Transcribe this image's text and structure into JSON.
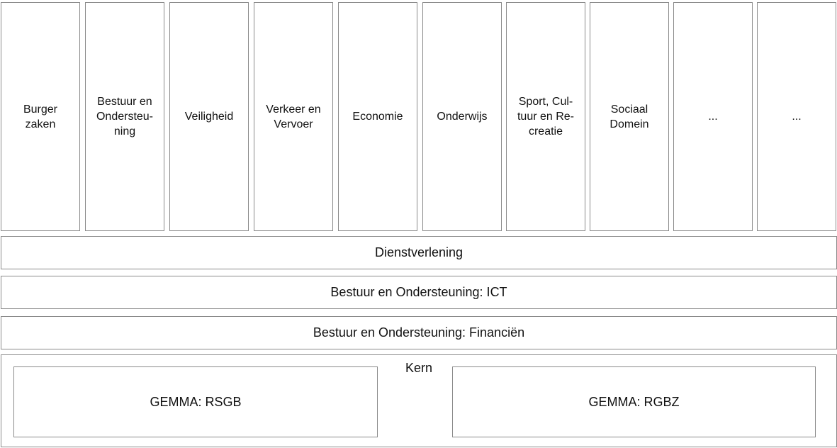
{
  "columns": [
    {
      "label": "Burger\nzaken"
    },
    {
      "label": "Bestuur en\nOndersteu-\nning"
    },
    {
      "label": "Veiligheid"
    },
    {
      "label": "Verkeer en\nVervoer"
    },
    {
      "label": "Economie"
    },
    {
      "label": "Onderwijs"
    },
    {
      "label": "Sport, Cul-\ntuur en Re-\ncreatie"
    },
    {
      "label": "Sociaal\nDomein"
    },
    {
      "label": "..."
    },
    {
      "label": "..."
    }
  ],
  "bands": [
    {
      "label": "Dienstverlening"
    },
    {
      "label": "Bestuur en Ondersteuning: ICT"
    },
    {
      "label": "Bestuur en Ondersteuning: Financiën"
    }
  ],
  "kern": {
    "title": "Kern",
    "left_box": "GEMMA: RSGB",
    "right_box": "GEMMA: RGBZ"
  }
}
